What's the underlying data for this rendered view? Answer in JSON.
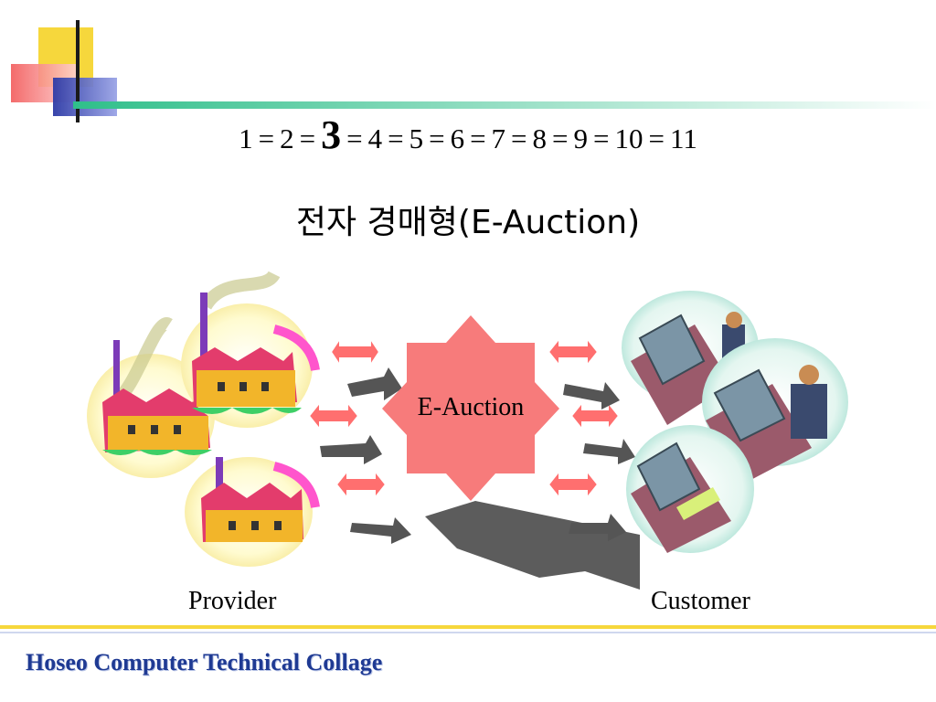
{
  "nav": {
    "items": [
      "1",
      "2",
      "3",
      "4",
      "5",
      "6",
      "7",
      "8",
      "9",
      "10",
      "11"
    ],
    "current": "3",
    "separator": "="
  },
  "title": "전자 경매형(E-Auction)",
  "diagram": {
    "hub_label": "E-Auction",
    "left_label": "Provider",
    "right_label": "Customer"
  },
  "footer": {
    "text": "Hoseo Computer Technical Collage"
  },
  "colors": {
    "accent_yellow": "#f6d73c",
    "accent_red": "#f25b5b",
    "accent_blue": "#2d3aa6",
    "rule_green": "#36c28a",
    "hub_fill": "#f77b7b",
    "arrow_fill": "#ff6f6f",
    "footer_text": "#1f3a93"
  }
}
